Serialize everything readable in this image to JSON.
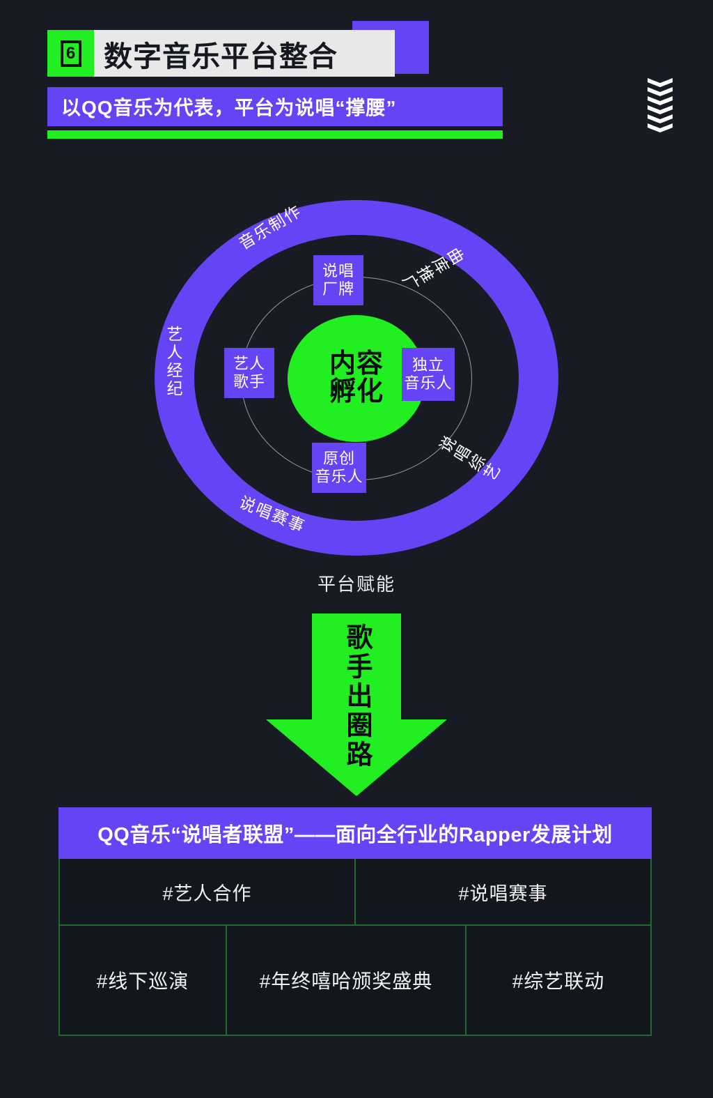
{
  "header": {
    "badge_number": "6",
    "title": "数字音乐平台整合",
    "subtitle": "以QQ音乐为代表，平台为说唱“撑腰”",
    "chevron_icon": "chevron-down-stack-icon"
  },
  "diagram": {
    "core": {
      "line1": "内容",
      "line2": "孵化"
    },
    "nodes": [
      {
        "id": "top",
        "line1": "说唱",
        "line2": "厂牌"
      },
      {
        "id": "left",
        "line1": "艺人",
        "line2": "歌手"
      },
      {
        "id": "right",
        "line1": "独立",
        "line2": "音乐人"
      },
      {
        "id": "bottom",
        "line1": "原创",
        "line2": "音乐人"
      }
    ],
    "ring_labels": [
      {
        "id": "top-left",
        "text": "音乐制作"
      },
      {
        "id": "top-right",
        "text": "曲库推广"
      },
      {
        "id": "left",
        "text": "艺人经纪"
      },
      {
        "id": "bottom-right",
        "text": "说唱综艺"
      },
      {
        "id": "bottom",
        "text": "说唱赛事"
      }
    ],
    "caption": "平台赋能"
  },
  "arrow": {
    "label": "歌手出圈路"
  },
  "table": {
    "header": "QQ音乐“说唱者联盟”——面向全行业的Rapper发展计划",
    "rows": [
      [
        "#艺人合作",
        "#说唱赛事"
      ],
      [
        "#线下巡演",
        "#年终嘻哈颁奖盛典",
        "#综艺联动"
      ]
    ]
  },
  "colors": {
    "background": "#191b24",
    "purple": "#6544f5",
    "green": "#22ef22",
    "table_border": "#1d6b2c",
    "title_bar": "#e8e8e8",
    "text_light": "#ffffff"
  }
}
